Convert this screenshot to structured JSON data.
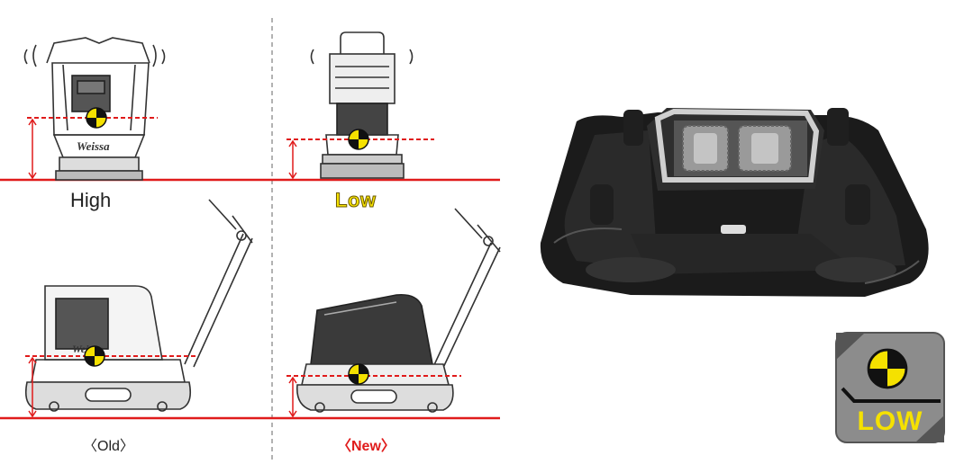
{
  "labels": {
    "high": "High",
    "low": "Low",
    "old": "〈Old〉",
    "new": "〈New〉"
  },
  "badge": {
    "text": "LOW",
    "icon": "center-of-gravity-icon"
  },
  "colors": {
    "reference_line": "#e01b1b",
    "marker_yellow": "#f5e100",
    "badge_bg": "#8c8c8c"
  }
}
